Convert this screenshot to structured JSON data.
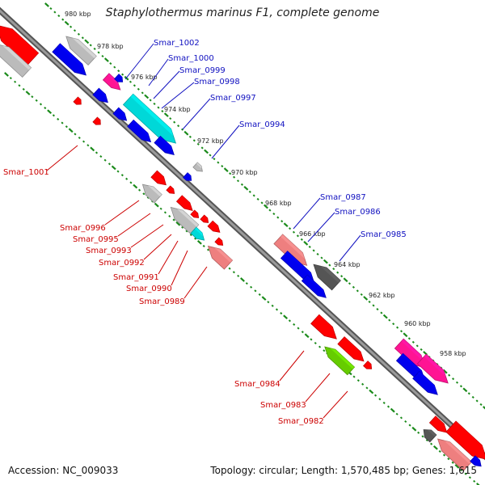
{
  "title": "Staphylothermus marinus F1, complete genome",
  "footer": {
    "accession": "Accession: NC_009033",
    "summary": "Topology: circular; Length: 1,570,485 bp; Genes: 1,615"
  },
  "colors": {
    "backbone": "#7a7a7a",
    "tick": "#1a8a1a",
    "upper_label": "#1010c0",
    "lower_label": "#cc0000",
    "red": "#ff0000",
    "blue": "#0000ee",
    "grey": "#bbbbbb",
    "dark_grey": "#555555",
    "cyan": "#00d8d8",
    "magenta": "#ff1493",
    "pink": "#ee7f7f",
    "green": "#66cc00"
  },
  "kbp_ticks": [
    "980 kbp",
    "978 kbp",
    "976 kbp",
    "974 kbp",
    "972 kbp",
    "970 kbp",
    "968 kbp",
    "966 kbp",
    "964 kbp",
    "962 kbp",
    "960 kbp",
    "958 kbp"
  ],
  "upper_labels": [
    "Smar_1002",
    "Smar_1000",
    "Smar_0999",
    "Smar_0998",
    "Smar_0997",
    "Smar_0994",
    "Smar_0987",
    "Smar_0986",
    "Smar_0985"
  ],
  "lower_labels": [
    "Smar_1001",
    "Smar_0996",
    "Smar_0995",
    "Smar_0993",
    "Smar_0992",
    "Smar_0991",
    "Smar_0990",
    "Smar_0989",
    "Smar_0984",
    "Smar_0983",
    "Smar_0982"
  ]
}
